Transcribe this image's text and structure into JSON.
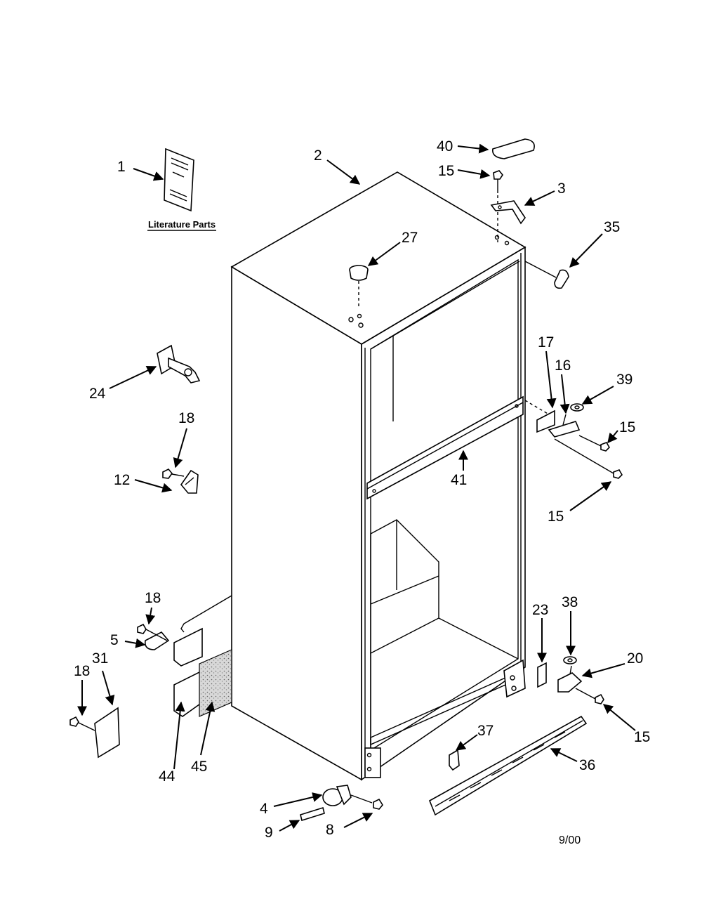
{
  "literature_label": "Literature Parts",
  "date_code": "9/00",
  "callouts": [
    "1",
    "2",
    "40",
    "15",
    "3",
    "27",
    "35",
    "24",
    "18",
    "12",
    "17",
    "16",
    "39",
    "15",
    "15",
    "41",
    "18",
    "5",
    "31",
    "18",
    "44",
    "45",
    "23",
    "38",
    "20",
    "15",
    "37",
    "36",
    "4",
    "9",
    "8"
  ]
}
